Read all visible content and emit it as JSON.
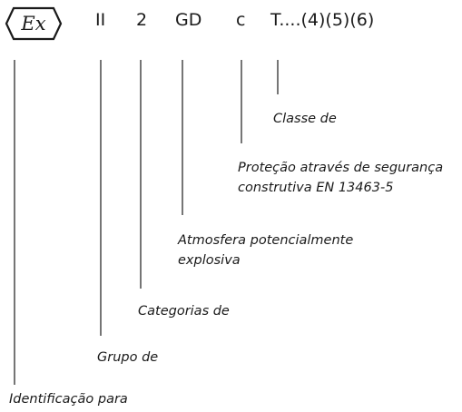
{
  "marking": {
    "symbol": "hexagon-ex-symbol",
    "symbol_text": "Ex",
    "group": "II",
    "category": "2",
    "atmosphere": "GD",
    "protection": "c",
    "temperature_class": "T....(4)(5)(6)"
  },
  "captions": {
    "temperature_class": "Classe de",
    "protection_line1": "Proteção através de segurança",
    "protection_line2": "construtiva EN 13463-5",
    "atmosphere_line1": "Atmosfera potencialmente",
    "atmosphere_line2": "explosiva",
    "category": "Categorias de",
    "group": "Grupo de",
    "identification": "Identificação para"
  }
}
